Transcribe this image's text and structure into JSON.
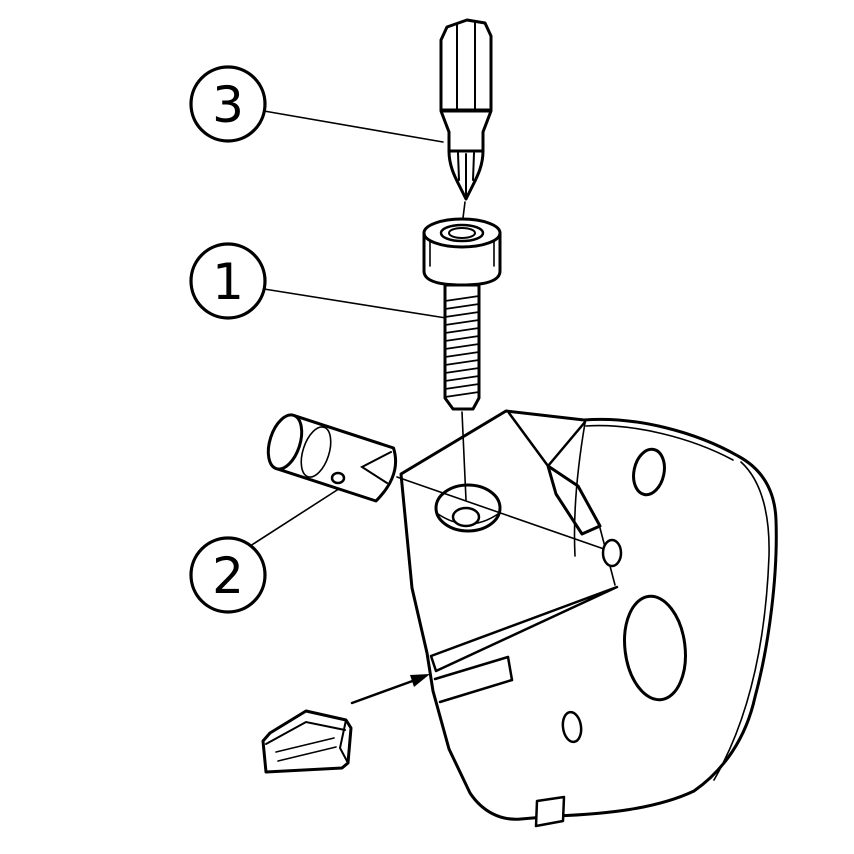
{
  "figure": {
    "background_color": "#ffffff",
    "line_color": "#000000",
    "callouts": [
      {
        "label": "3",
        "target": "torx-key"
      },
      {
        "label": "1",
        "target": "cap-head-screw"
      },
      {
        "label": "2",
        "target": "clamp-cartridge"
      }
    ]
  }
}
